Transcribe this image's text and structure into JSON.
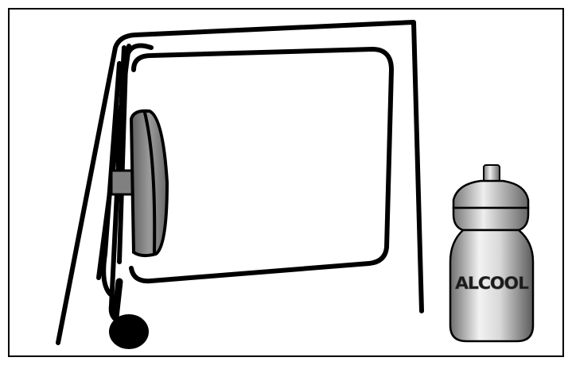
{
  "figure": {
    "objects": [
      "door-window-frame",
      "side-mirror",
      "alcohol-bottle"
    ],
    "bottle_label": "ALCOOL",
    "colors": {
      "line": "#000000",
      "mirror_glass": "#8a8a8a",
      "bottle_body": "#c8c8c8",
      "background": "#ffffff"
    }
  }
}
